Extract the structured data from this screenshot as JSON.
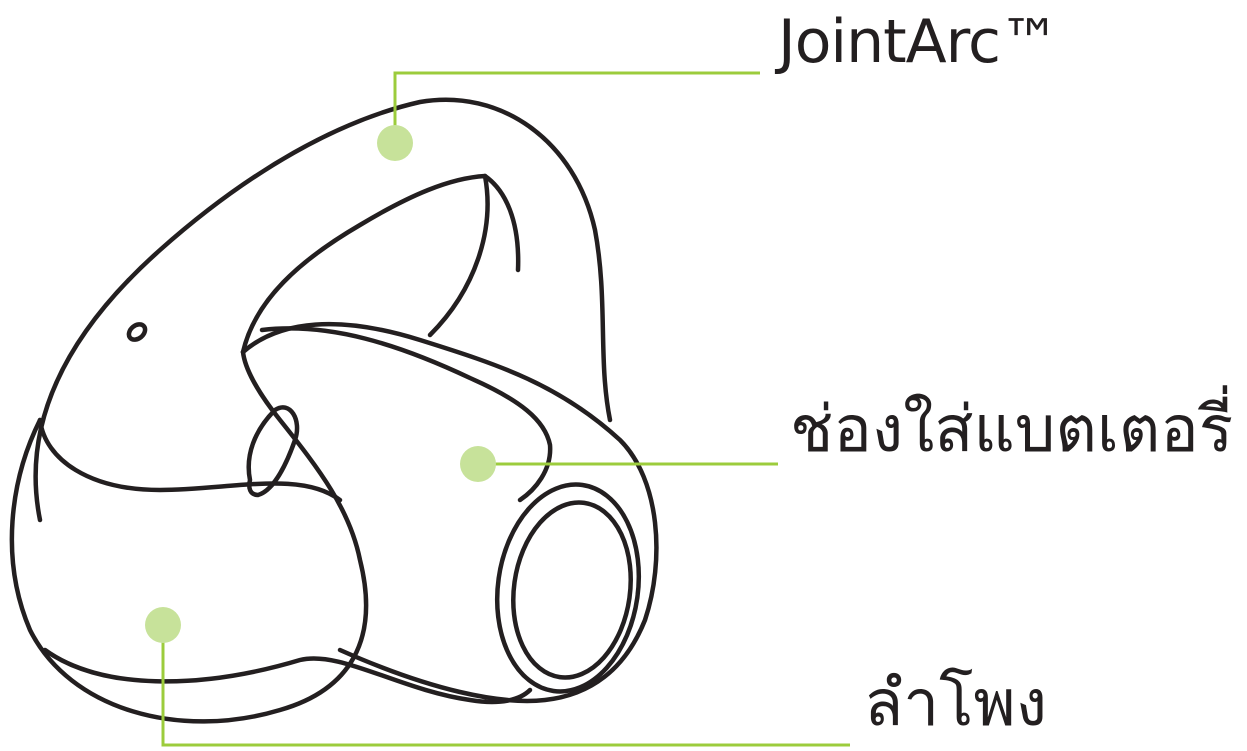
{
  "labels": {
    "jointarc": "JointArc™",
    "battery_compartment": "ช่องใส่แบตเตอรี่",
    "speaker_housing": "ลำโพง"
  },
  "colors": {
    "outline": "#231f20",
    "leader_line": "#9ccc3c",
    "marker_dot": "#c7e29a",
    "background": "#ffffff"
  }
}
